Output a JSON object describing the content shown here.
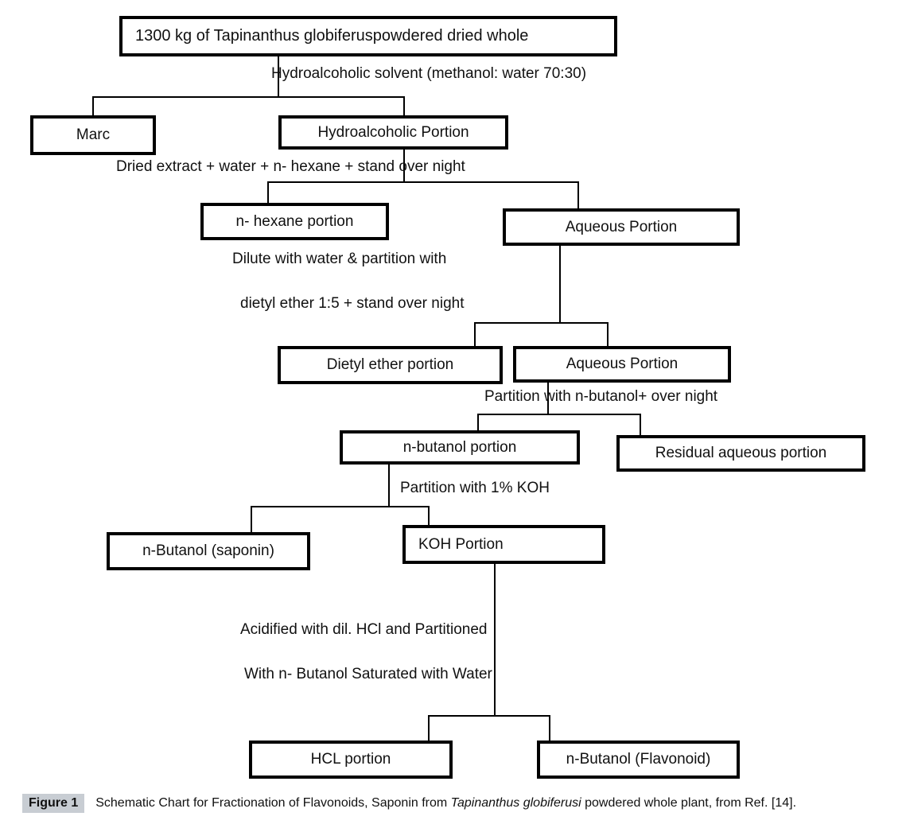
{
  "diagram": {
    "nodes": {
      "start": "1300 kg of Tapinanthus globiferuspowdered dried whole",
      "marc": "Marc",
      "hydroalcoholic_portion": "Hydroalcoholic Portion",
      "n_hexane_portion": "n- hexane portion",
      "aqueous_portion_1": "Aqueous Portion",
      "dietyl_ether_portion": "Dietyl ether portion",
      "aqueous_portion_2": "Aqueous Portion",
      "n_butanol_portion": "n-butanol portion",
      "residual_aqueous_portion": "Residual aqueous portion",
      "n_butanol_saponin": "n-Butanol (saponin)",
      "koh_portion": "KOH Portion",
      "hcl_portion": "HCL portion",
      "n_butanol_flavonoid": "n-Butanol (Flavonoid)"
    },
    "steps": {
      "hydroalcoholic_solvent": "Hydroalcoholic solvent (methanol: water 70:30)",
      "dried_extract": "Dried extract + water + n- hexane + stand over night",
      "dilute_line1": "Dilute with water & partition with",
      "dilute_line2": "dietyl ether 1:5 + stand over night",
      "partition_butanol": "Partition with n-butanol+ over night",
      "partition_koh": "Partition with 1% KOH",
      "acidified_line1": "Acidified with dil. HCl and Partitioned",
      "acidified_line2": "With n- Butanol Saturated with Water"
    }
  },
  "caption": {
    "tag": "Figure 1",
    "text_before": "Schematic Chart for Fractionation of Flavonoids, Saponin from ",
    "species": "Tapinanthus globiferusi",
    "text_after": " powdered whole plant, from Ref. [14]."
  },
  "colors": {
    "caption_tag_bg": "#c8cdd3",
    "line": "#000000"
  }
}
